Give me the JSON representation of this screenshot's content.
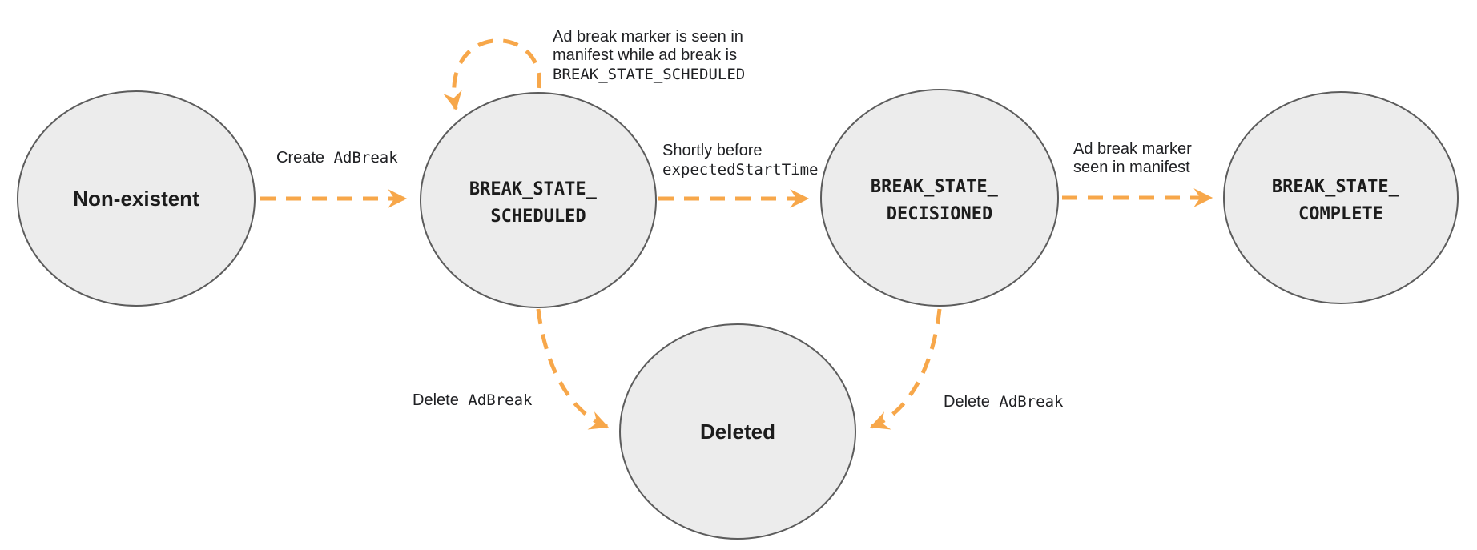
{
  "diagram": {
    "title_semantic": "Ad break state transition diagram",
    "colors": {
      "node_fill": "#ececec",
      "node_stroke": "#5c5c5c",
      "arrow": "#f7a74a",
      "text": "#1c1c1c",
      "background": "#ffffff"
    }
  },
  "states": {
    "non_existent": {
      "label": "Non-existent"
    },
    "scheduled": {
      "line1": "BREAK_STATE_",
      "line2": "SCHEDULED"
    },
    "decisioned": {
      "line1": "BREAK_STATE_",
      "line2": "DECISIONED"
    },
    "complete": {
      "line1": "BREAK_STATE_",
      "line2": "COMPLETE"
    },
    "deleted": {
      "label": "Deleted"
    }
  },
  "transitions": {
    "create": {
      "prefix": "Create",
      "code": "AdBreak"
    },
    "self_loop": {
      "line1": "Ad break marker is seen in",
      "line2": "manifest while ad break is",
      "line3": "BREAK_STATE_SCHEDULED"
    },
    "decision": {
      "prefix": "Shortly before",
      "code": "expectedStartTime"
    },
    "complete": {
      "line1": "Ad break marker",
      "line2": "seen in manifest"
    },
    "delete_scheduled": {
      "prefix": "Delete",
      "code": "AdBreak"
    },
    "delete_decisioned": {
      "prefix": "Delete",
      "code": "AdBreak"
    }
  }
}
